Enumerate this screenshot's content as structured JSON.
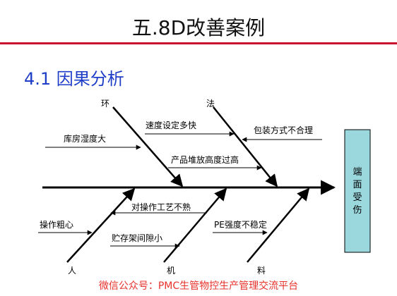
{
  "slide": {
    "title": "五.8D改善案例",
    "section": "4.1 因果分析",
    "footer": "微信公众号：PMC生管物控生产管理交流平台"
  },
  "diagram": {
    "effect": [
      "端",
      "面",
      "受",
      "伤"
    ],
    "categories": {
      "environment": "环",
      "method": "法",
      "people": "人",
      "machine": "机",
      "material": "料"
    },
    "causes": {
      "warehouse_humidity": "库房湿度大",
      "speed_setting": "速度设定多快",
      "packaging_method": "包装方式不合理",
      "stacking_height": "产品堆放高度过高",
      "process_unfamiliar": "对操作工艺不熟",
      "careless_operation": "操作粗心",
      "rack_gap": "贮存架间隙小",
      "pe_strength": "PE强度不稳定"
    }
  },
  "colors": {
    "title_rule": "#c8102e",
    "section_heading": "#1f3ec8",
    "effect_box": "#9ad8de",
    "footer": "#e8322b"
  }
}
